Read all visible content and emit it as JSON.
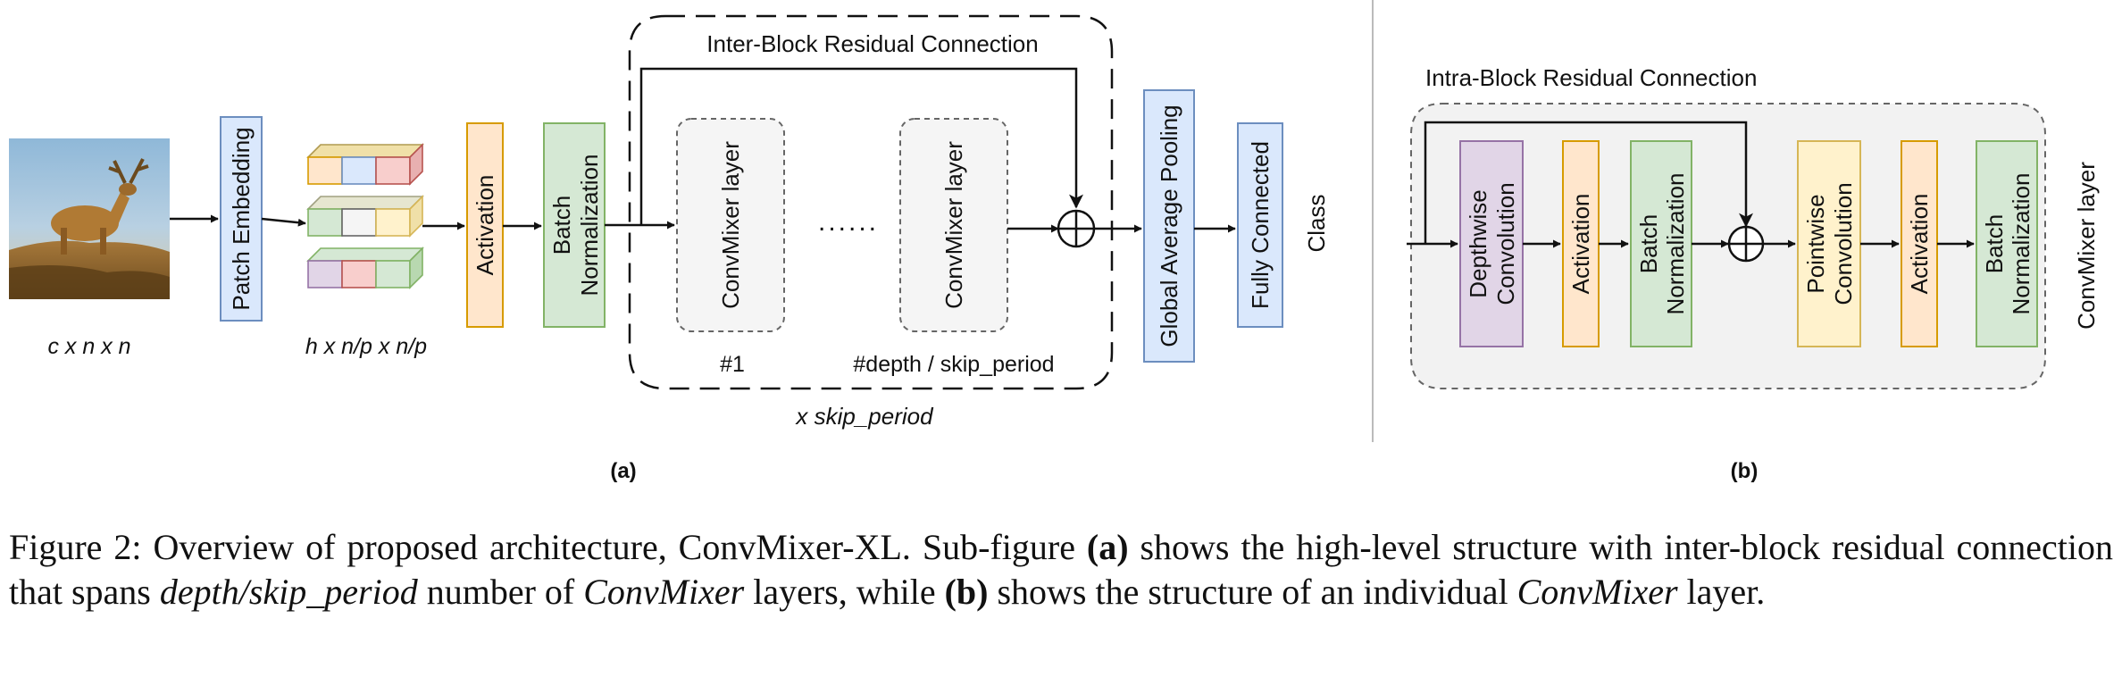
{
  "panel_a": {
    "input_dims": "c x n x n",
    "patch_embedding": "Patch Embedding",
    "patch_dims": "h x n/p x n/p",
    "activation": "Activation",
    "batch_norm_line1": "Batch",
    "batch_norm_line2": "Normalization",
    "inter_block_title": "Inter-Block Residual Connection",
    "layer_first": "ConvMixer layer",
    "layer_last": "ConvMixer layer",
    "dots": "......",
    "index_first": "#1",
    "index_last": "#depth / skip_period",
    "repeat_label": "x skip_period",
    "gap": "Global Average Pooling",
    "fully_connected": "Fully Connected",
    "class": "Class",
    "panel_label": "(a)"
  },
  "panel_b": {
    "intra_block_title": "Intra-Block Residual Connection",
    "depthwise_line1": "Depthwise",
    "depthwise_line2": "Convolution",
    "activation_1": "Activation",
    "bn1_line1": "Batch",
    "bn1_line2": "Normalization",
    "pointwise_line1": "Pointwise",
    "pointwise_line2": "Convolution",
    "activation_2": "Activation",
    "bn2_line1": "Batch",
    "bn2_line2": "Normalization",
    "side_label": "ConvMixer layer",
    "panel_label": "(b)"
  },
  "caption": {
    "fig_label": "Figure 2:",
    "t1": " Overview of proposed architecture, ConvMixer-XL. Sub-figure ",
    "b1": "(a)",
    "t2": " shows the high-level structure with inter-block residual connection that spans ",
    "m1": "depth/skip_period",
    "t3": " number of ",
    "i1": "ConvMixer",
    "t4": " layers, while ",
    "b2": "(b)",
    "t5": " shows the structure of an individual ",
    "i2": "ConvMixer",
    "t6": " layer."
  },
  "colors": {
    "blue_fill": "#dae8fc",
    "blue_stroke": "#6c8ebf",
    "orange_fill": "#ffe6cc",
    "orange_stroke": "#d79b00",
    "green_fill": "#d5e8d4",
    "green_stroke": "#82b366",
    "purple_fill": "#e1d5e7",
    "purple_stroke": "#9673a6",
    "yellow_fill": "#fff2cc",
    "yellow_stroke": "#d6b656",
    "red_fill": "#f8cecc",
    "red_stroke": "#b85450",
    "gray_fill": "#f5f5f5",
    "gray_stroke": "#666666"
  }
}
